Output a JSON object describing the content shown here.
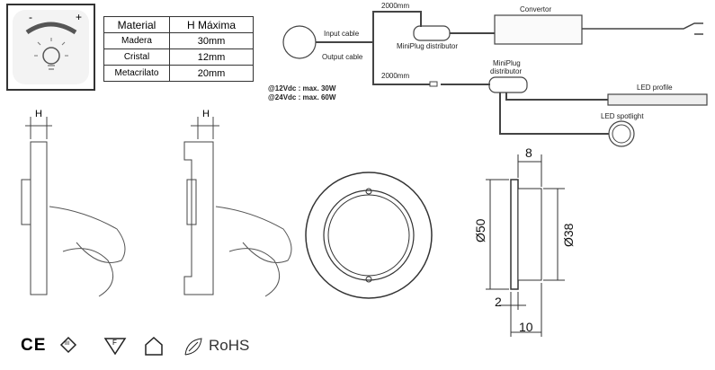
{
  "spec_table": {
    "headers": [
      "Material",
      "H Máxima"
    ],
    "rows": [
      [
        "Madera",
        "30mm"
      ],
      [
        "Cristal",
        "12mm"
      ],
      [
        "Metacrilato",
        "20mm"
      ]
    ]
  },
  "dimmer_icon": {
    "minus": "-",
    "plus": "+"
  },
  "wiring": {
    "length_top": "2000mm",
    "length_bottom": "2000mm",
    "converter": "Convertor",
    "input_cable": "Input cable",
    "output_cable": "Output cable",
    "distributor_1": "MiniPlug distributor",
    "distributor_2_line1": "MiniPlug",
    "distributor_2_line2": "distributor",
    "led_profile": "LED profile",
    "led_spotlight": "LED spotlight",
    "power_12": "@12Vdc : max. 30W",
    "power_24": "@24Vdc : max. 60W"
  },
  "side_views": {
    "h_label_1": "H",
    "h_label_2": "H"
  },
  "dimensions": {
    "depth": "8",
    "outer_diameter": "Ø50",
    "inner_diameter": "Ø38",
    "plate": "2",
    "total": "10"
  },
  "certifications": {
    "ce": "CE",
    "class3": "III",
    "f_mark": "F",
    "rohs": "RoHS"
  }
}
